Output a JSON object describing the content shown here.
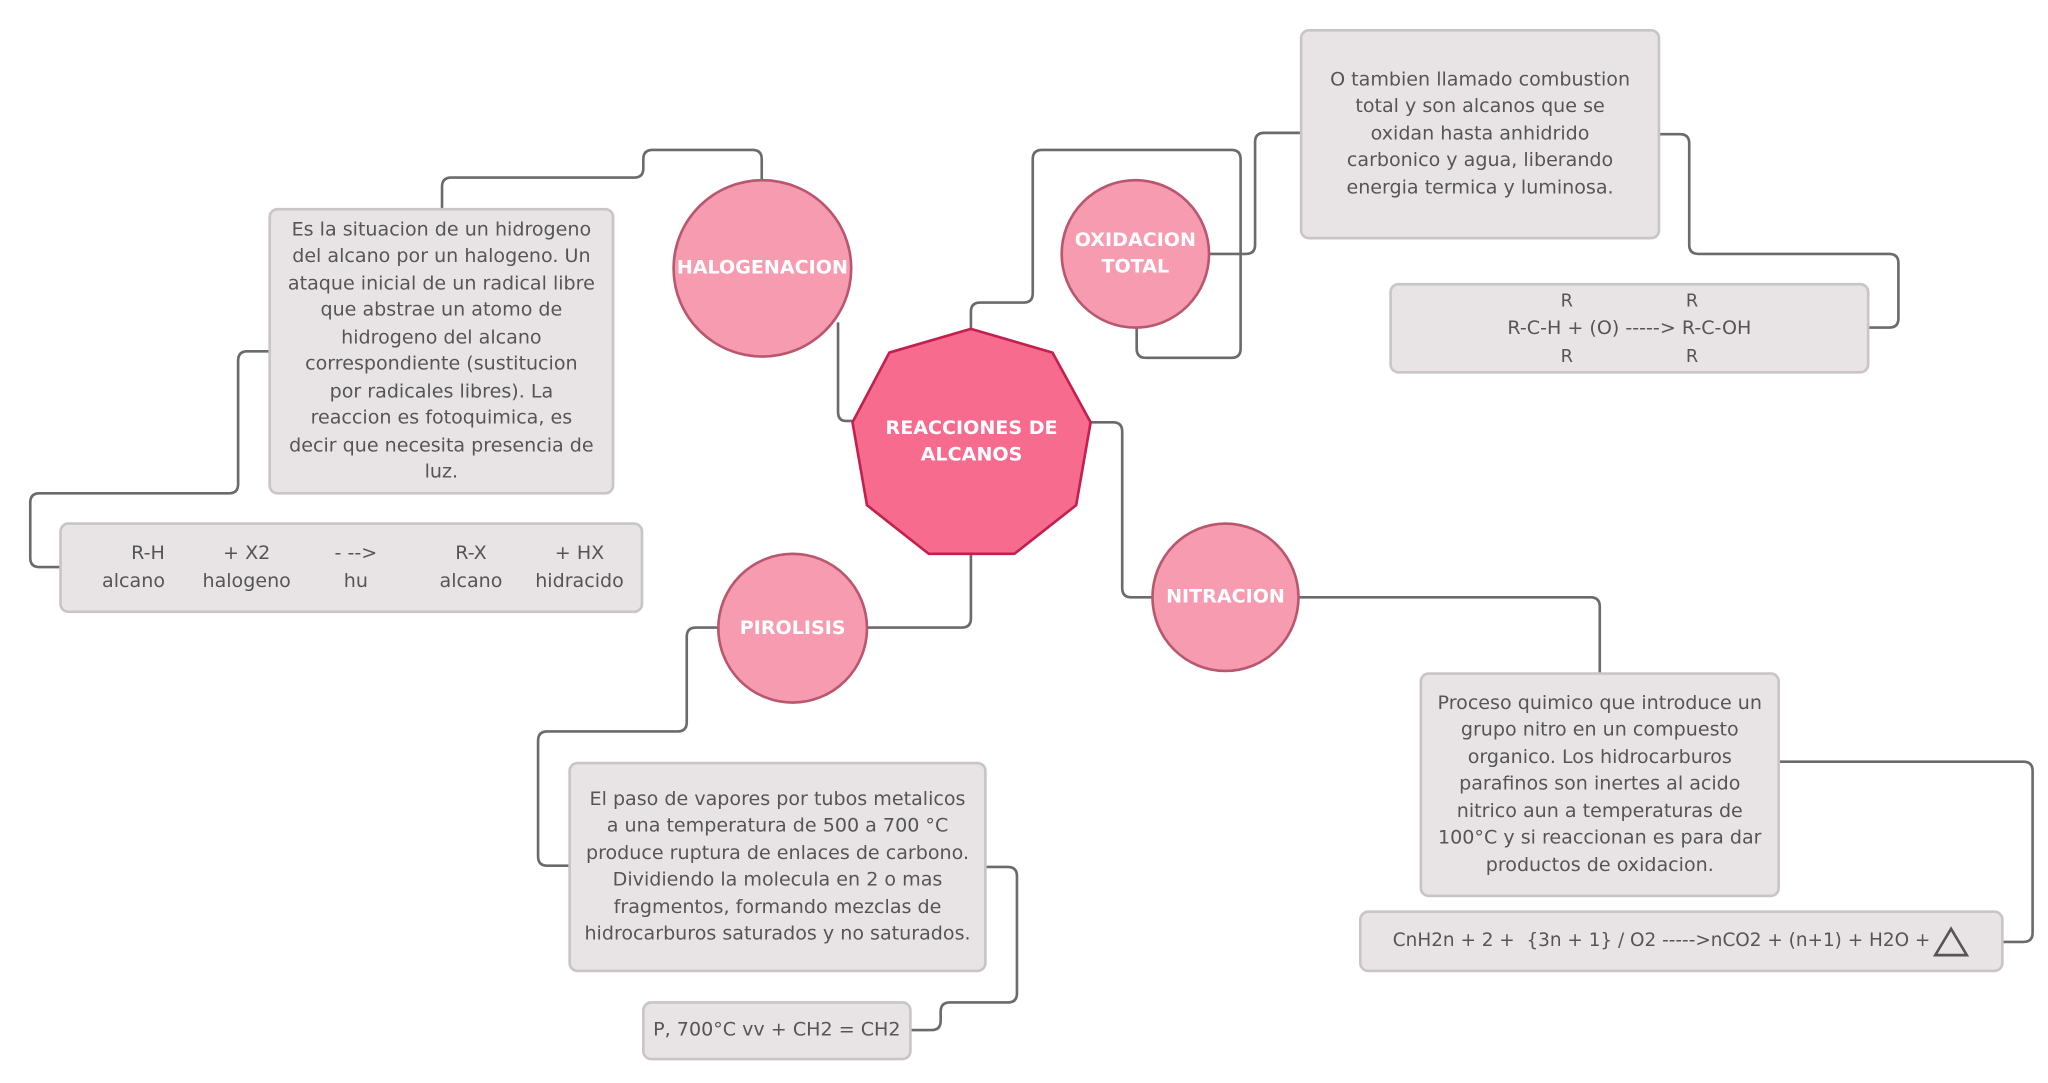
{
  "center": {
    "label": "REACCIONES DE ALCANOS"
  },
  "halogenacion": {
    "label": "HALOGENACION",
    "description": "Es la situacion de un hidrogeno del alcano por un halogeno. Un ataque inicial de un radical libre que abstrae un atomo de hidrogeno del alcano correspondiente (sustitucion por radicales libres). La reaccion es fotoquimica, es decir que necesita presencia de luz.",
    "equation": {
      "terms": [
        "R-H",
        "+ X2",
        "- -->",
        "R-X",
        "+ HX"
      ],
      "names": [
        "alcano",
        "halogeno",
        "hu",
        "alcano",
        "hidracido"
      ]
    }
  },
  "oxidacion": {
    "label": "OXIDACION TOTAL",
    "description": "O tambien llamado combustion total y son alcanos que se oxidan hasta anhidrido carbonico y agua, liberando energia termica y luminosa.",
    "equation": {
      "top": "R                    R",
      "middle": "R-C-H + (O) -----> R-C-OH",
      "bottom": "R                    R"
    }
  },
  "pirolisis": {
    "label": "PIROLISIS",
    "description": "El paso de vapores por tubos metalicos a una temperatura de 500 a 700 °C produce ruptura de enlaces de carbono. Dividiendo la molecula en 2 o mas fragmentos, formando mezclas de hidrocarburos saturados y no saturados.",
    "equation": "P, 700°C vv + CH2 = CH2"
  },
  "nitracion": {
    "label": "NITRACION",
    "description": "Proceso quimico que introduce un grupo nitro en un compuesto organico. Los hidrocarburos parafinos son inertes al acido nitrico aun a temperaturas de 100°C y si reaccionan es para dar productos de oxidacion.",
    "equation": "CnH2n + 2 +  {3n + 1} / O2 ----->nCO2 + (n+1) + H2O +",
    "equation_symbol": "triangle-icon"
  },
  "colors": {
    "center_fill": "#f76b8f",
    "center_stroke": "#c2204d",
    "circle_fill": "#f79bb0",
    "circle_stroke": "#b9576e",
    "box_fill": "#e8e4e6",
    "box_stroke": "#c9c4c7",
    "connector": "#6b6b6b"
  }
}
